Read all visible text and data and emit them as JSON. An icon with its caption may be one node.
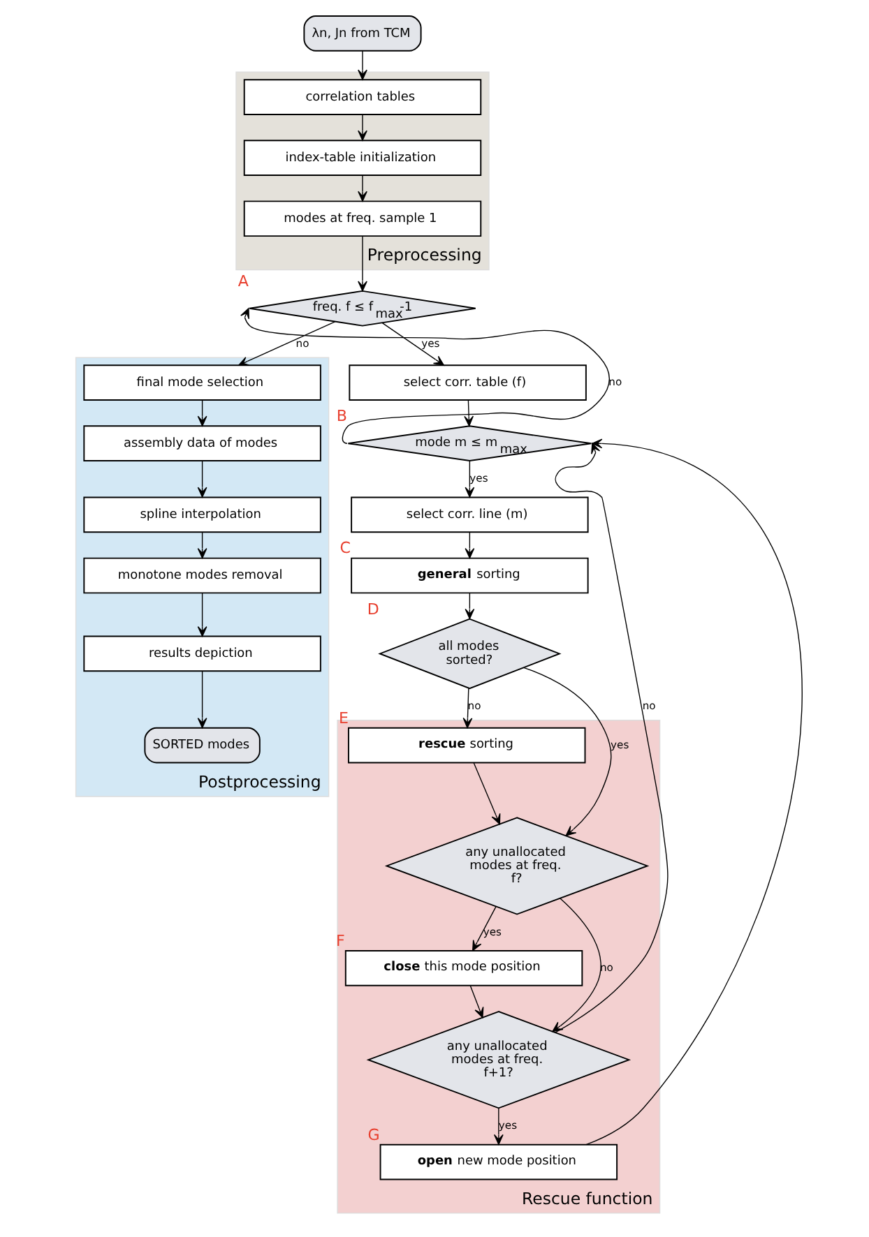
{
  "diagram": {
    "nodes": [
      {
        "text": [
          "λn, Jn from TCM"
        ]
      },
      {
        "text": [
          "Preprocessing"
        ]
      },
      {
        "text": [
          "correlation tables"
        ],
        "in": 1
      },
      {
        "text": [
          "index-table initialization"
        ],
        "in": 1
      },
      {
        "text": [
          "modes at freq. sample 1"
        ],
        "in": 1
      },
      {
        "text": [
          "freq. f ≤ f$_{max}$-1"
        ],
        "beside": [
          "A"
        ]
      },
      {
        "text": [
          "select corr. table (f)"
        ]
      },
      {
        "text": [
          "mode m ≤ m$_{max}$"
        ],
        "beside": [
          "B"
        ]
      },
      {
        "text": [
          "select corr. line (m)"
        ]
      },
      {
        "text": [
          "**general** sorting"
        ],
        "beside": [
          "C"
        ]
      },
      {
        "text": [
          "all modes sorted?"
        ],
        "beside": [
          "D"
        ]
      },
      {
        "text": [
          "Rescue function"
        ]
      },
      {
        "text": [
          "**rescue** sorting"
        ],
        "in": 11,
        "beside": [
          "E"
        ]
      },
      {
        "text": [
          "any unallocated modes at freq. f?"
        ],
        "in": 11
      },
      {
        "text": [
          "**close** this mode position"
        ],
        "in": 11,
        "beside": [
          "F"
        ]
      },
      {
        "text": [
          "any unallocated modes at freq. f+1?"
        ],
        "in": 11
      },
      {
        "text": [
          "**open** new mode position"
        ],
        "in": 11,
        "beside": [
          "G"
        ]
      },
      {
        "text": [
          "Postprocessing"
        ]
      },
      {
        "text": [
          "final mode selection"
        ],
        "in": 17
      },
      {
        "text": [
          "assembly data of modes"
        ],
        "in": 17
      },
      {
        "text": [
          "spline interpolation"
        ],
        "in": 17
      },
      {
        "text": [
          "monotone modes removal"
        ],
        "in": 17
      },
      {
        "text": [
          "results depiction"
        ],
        "in": 17
      },
      {
        "text": [
          "SORTED modes"
        ],
        "in": 17
      }
    ],
    "edges": [
      {
        "from": 0,
        "to": 2,
        "arrow": "to"
      },
      {
        "from": 2,
        "to": 3,
        "arrow": "to"
      },
      {
        "from": 3,
        "to": 4,
        "arrow": "to"
      },
      {
        "from": 4,
        "to": 5,
        "arrow": "to"
      },
      {
        "from": 5,
        "to": 18,
        "arrow": "to",
        "label": "no"
      },
      {
        "from": 5,
        "to": 6,
        "arrow": "to",
        "label": "yes"
      },
      {
        "from": 6,
        "to": 7,
        "arrow": "to"
      },
      {
        "from": 7,
        "to": 5,
        "arrow": "to",
        "label": "no"
      },
      {
        "from": 7,
        "to": 8,
        "arrow": "to",
        "label": "yes"
      },
      {
        "from": 8,
        "to": 9,
        "arrow": "to"
      },
      {
        "from": 9,
        "to": 10,
        "arrow": "to"
      },
      {
        "from": 10,
        "to": 13,
        "arrow": "to",
        "label": "yes"
      },
      {
        "from": 10,
        "to": 12,
        "arrow": "to",
        "label": "no"
      },
      {
        "from": 12,
        "to": 13,
        "arrow": "to"
      },
      {
        "from": 13,
        "to": 14,
        "arrow": "to",
        "label": "yes"
      },
      {
        "from": 14,
        "to": 15,
        "arrow": "to"
      },
      {
        "from": 13,
        "to": 15,
        "arrow": "to",
        "label": "no"
      },
      {
        "from": 15,
        "to": 16,
        "arrow": "to",
        "label": "yes"
      },
      {
        "from": 16,
        "to": 7,
        "arrow": "to"
      },
      {
        "from": 15,
        "to": 7,
        "arrow": "to",
        "label": "no"
      },
      {
        "from": 18,
        "to": 19,
        "arrow": "to"
      },
      {
        "from": 19,
        "to": 20,
        "arrow": "to"
      },
      {
        "from": 20,
        "to": 21,
        "arrow": "to"
      },
      {
        "from": 21,
        "to": 22,
        "arrow": "to"
      },
      {
        "from": 22,
        "to": 23,
        "arrow": "to"
      }
    ]
  }
}
